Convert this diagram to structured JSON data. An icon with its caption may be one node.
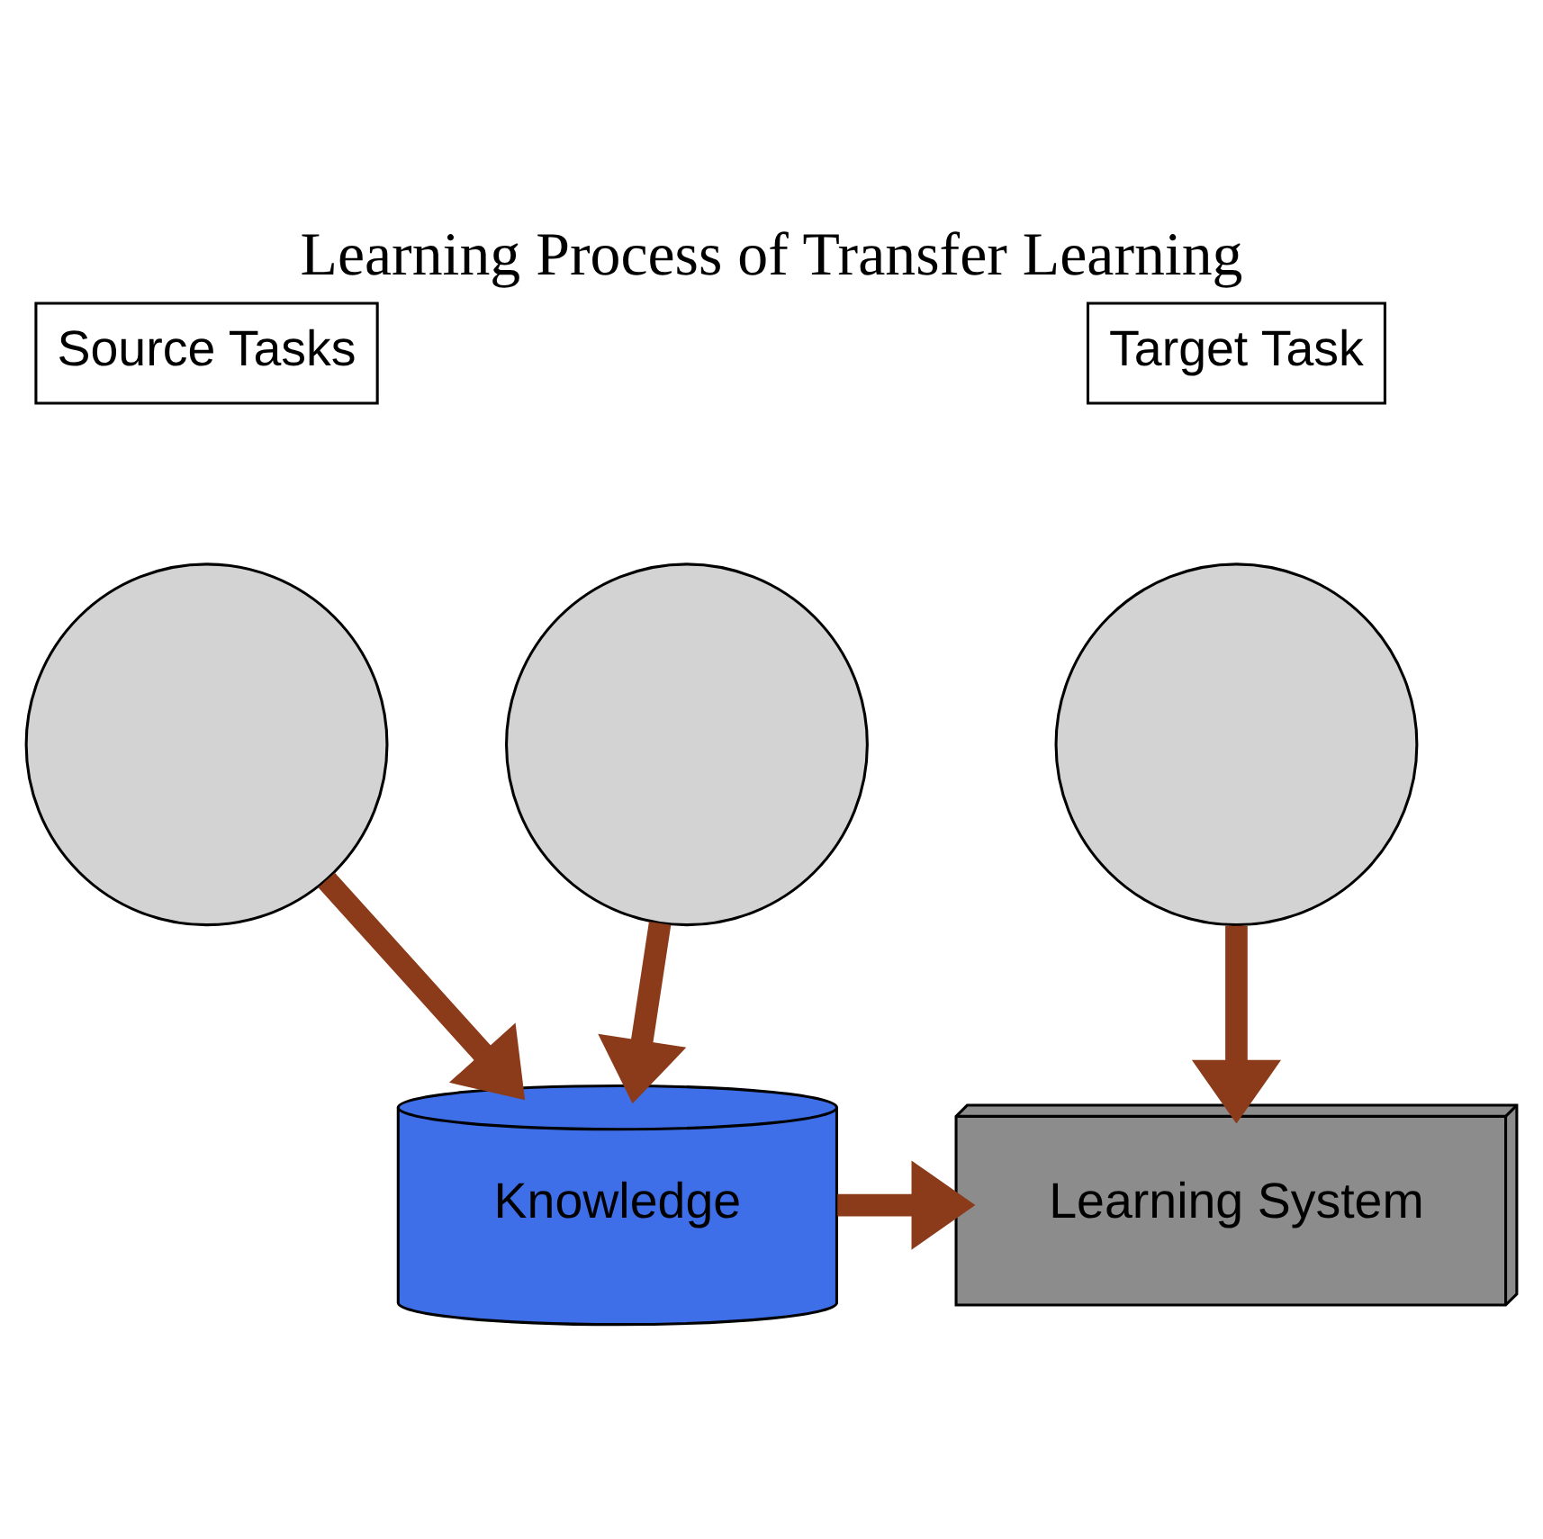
{
  "diagram": {
    "title": "Learning Process of Transfer Learning",
    "nodes": [
      {
        "text": [
          "Source Tasks"
        ]
      },
      {
        "text": [],
        "shape": "circle"
      },
      {
        "text": [],
        "shape": "circle"
      },
      {
        "text": [
          "Target Task"
        ]
      },
      {
        "text": [],
        "shape": "circle"
      },
      {
        "text": [
          "Knowledge"
        ]
      },
      {
        "text": [
          "Learning System"
        ]
      }
    ],
    "edges": [
      {
        "from": 1,
        "to": 5,
        "arrow": "to"
      },
      {
        "from": 2,
        "to": 5,
        "arrow": "to"
      },
      {
        "from": 4,
        "to": 6,
        "arrow": "to"
      },
      {
        "from": 5,
        "to": 6,
        "arrow": "to"
      }
    ]
  }
}
